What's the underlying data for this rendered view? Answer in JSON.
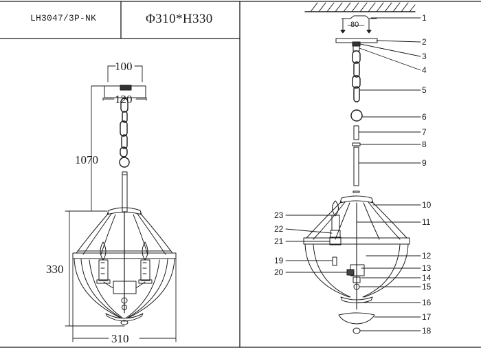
{
  "title_block": {
    "model": "LH3047/3P-NK",
    "size": "Φ310*H330"
  },
  "front_view": {
    "dimensions": {
      "canopy_inner": "100",
      "canopy_outer": "120",
      "chain_length": "1070",
      "body_height": "330",
      "body_width": "310"
    }
  },
  "exploded_view": {
    "mount_spacing": "80",
    "part_numbers": [
      "1",
      "2",
      "3",
      "4",
      "5",
      "6",
      "7",
      "8",
      "9",
      "10",
      "11",
      "12",
      "13",
      "14",
      "15",
      "16",
      "17",
      "18",
      "19",
      "20",
      "21",
      "22",
      "23"
    ]
  }
}
